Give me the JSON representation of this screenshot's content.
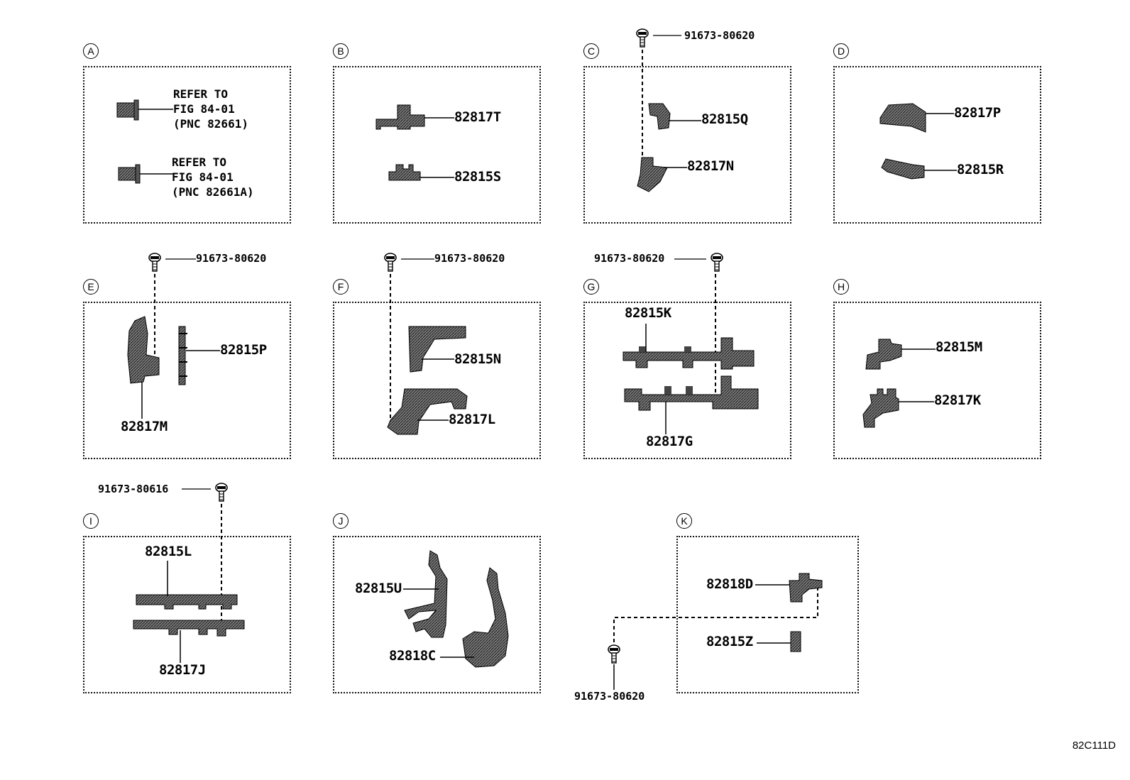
{
  "sections": {
    "A": {
      "letter": "A",
      "refs": [
        {
          "line1": "REFER TO",
          "line2": "FIG 84-01",
          "line3": "(PNC 82661)"
        },
        {
          "line1": "REFER TO",
          "line2": "FIG 84-01",
          "line3": "(PNC 82661A)"
        }
      ]
    },
    "B": {
      "letter": "B",
      "parts": [
        "82817T",
        "82815S"
      ]
    },
    "C": {
      "letter": "C",
      "parts": [
        "82815Q",
        "82817N"
      ],
      "bolt": "91673-80620"
    },
    "D": {
      "letter": "D",
      "parts": [
        "82817P",
        "82815R"
      ]
    },
    "E": {
      "letter": "E",
      "parts": [
        "82815P",
        "82817M"
      ],
      "bolt": "91673-80620"
    },
    "F": {
      "letter": "F",
      "parts": [
        "82815N",
        "82817L"
      ],
      "bolt": "91673-80620"
    },
    "G": {
      "letter": "G",
      "parts": [
        "82815K",
        "82817G"
      ],
      "bolt": "91673-80620"
    },
    "H": {
      "letter": "H",
      "parts": [
        "82815M",
        "82817K"
      ]
    },
    "I": {
      "letter": "I",
      "parts": [
        "82815L",
        "82817J"
      ],
      "bolt": "91673-80616"
    },
    "J": {
      "letter": "J",
      "parts": [
        "82815U",
        "82818C"
      ]
    },
    "K": {
      "letter": "K",
      "parts": [
        "82818D",
        "82815Z"
      ],
      "bolt": "91673-80620"
    }
  },
  "figure_code": "82C111D"
}
